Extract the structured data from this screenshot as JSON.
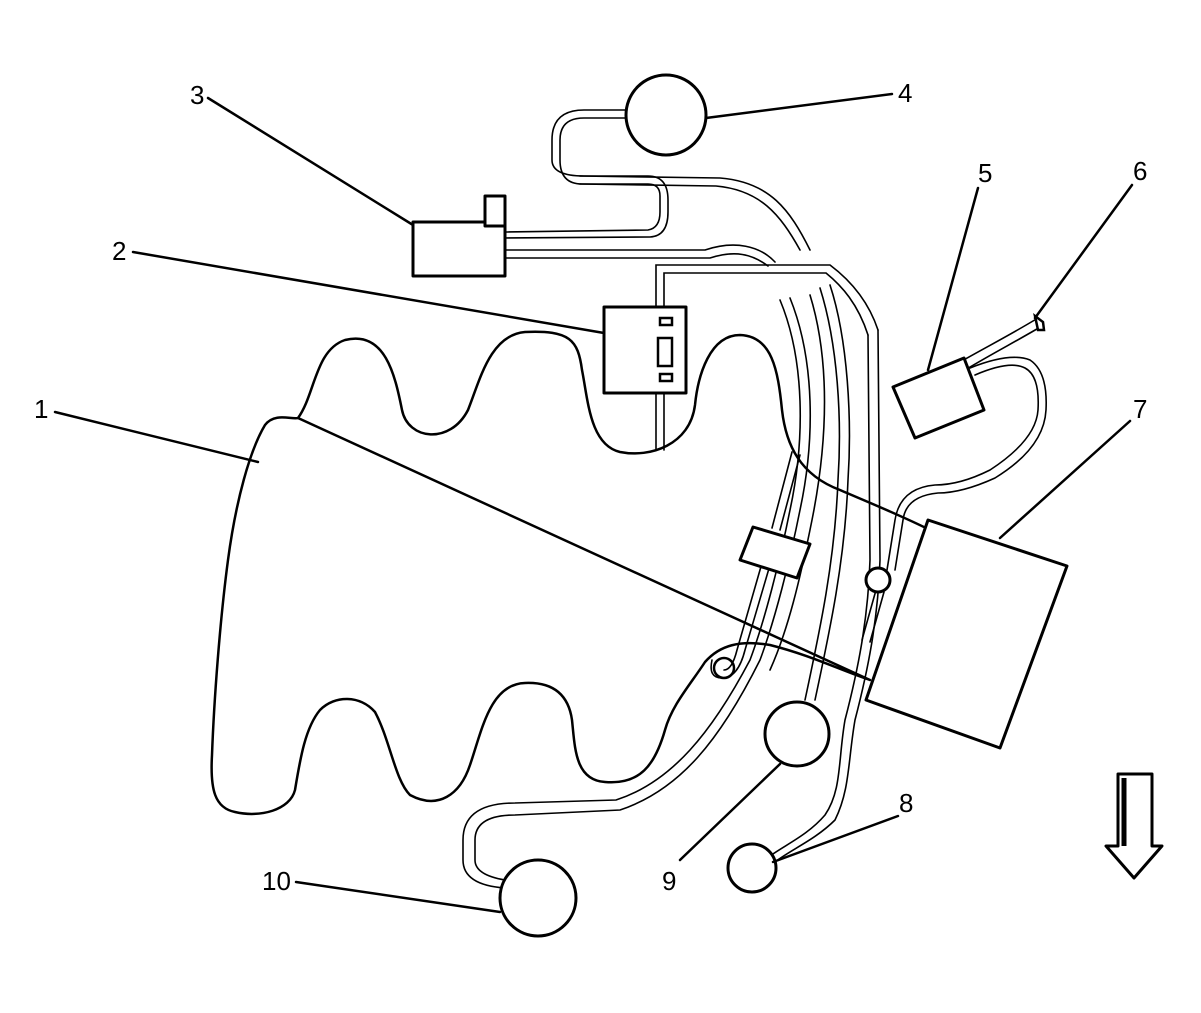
{
  "callouts": [
    {
      "id": "1",
      "text": "1"
    },
    {
      "id": "2",
      "text": "2"
    },
    {
      "id": "3",
      "text": "3"
    },
    {
      "id": "4",
      "text": "4"
    },
    {
      "id": "5",
      "text": "5"
    },
    {
      "id": "6",
      "text": "6"
    },
    {
      "id": "7",
      "text": "7"
    },
    {
      "id": "8",
      "text": "8"
    },
    {
      "id": "9",
      "text": "9"
    },
    {
      "id": "10",
      "text": "10"
    }
  ],
  "orientation_arrow": {
    "direction": "down",
    "icon": "down-arrow-icon"
  },
  "colors": {
    "line": "#000000",
    "background": "#ffffff"
  }
}
